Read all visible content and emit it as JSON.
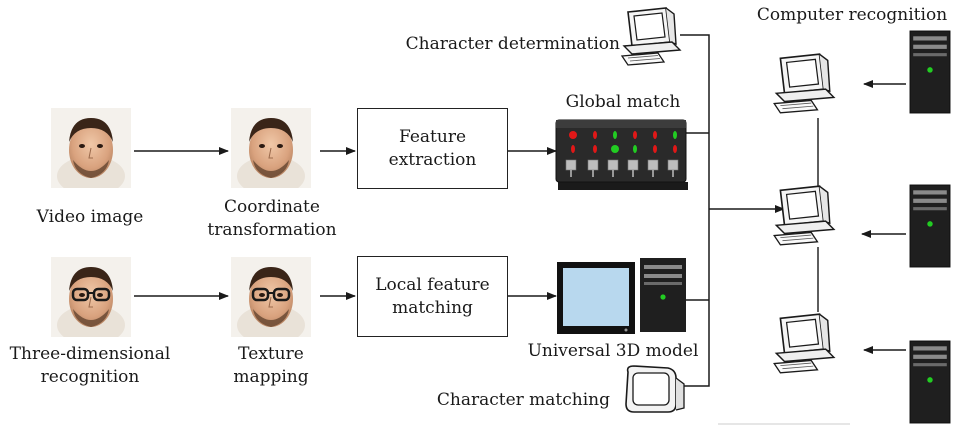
{
  "nodes": {
    "video_image": "Video image",
    "coordinate_transformation": "Coordinate\ntransformation",
    "feature_extraction": "Feature\nextraction",
    "global_match": "Global match",
    "character_determination": "Character determination",
    "computer_recognition": "Computer recognition",
    "three_dimensional_recognition": "Three-dimensional\nrecognition",
    "texture_mapping": "Texture\nmapping",
    "local_feature_matching": "Local feature\nmatching",
    "universal_3d_model": "Universal 3D model",
    "character_matching": "Character matching"
  },
  "colors": {
    "line": "#1a1a1a",
    "led_red": "#e01818",
    "led_green": "#22cc22",
    "screen": "#b8d8ee",
    "server_body": "#222222"
  }
}
